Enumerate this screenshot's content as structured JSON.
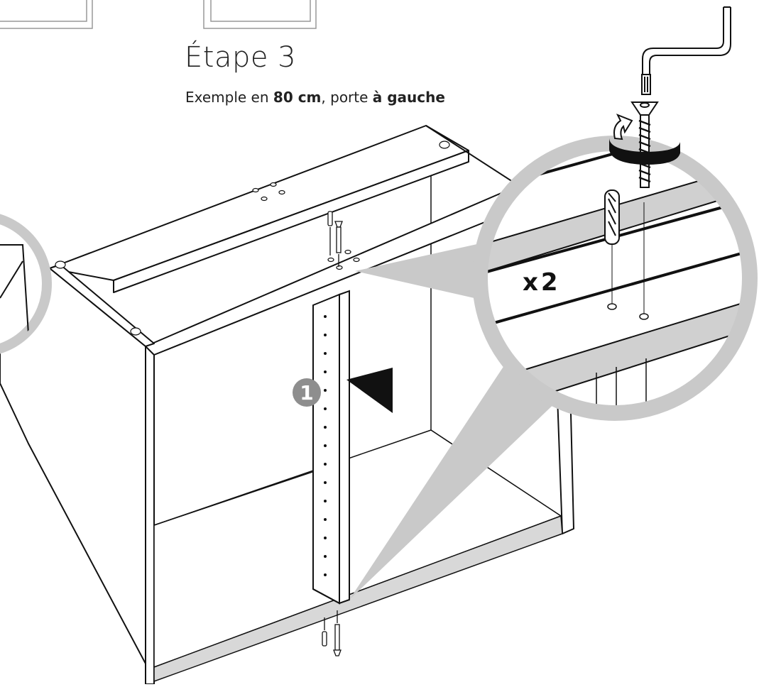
{
  "step": {
    "title": "Étape 3",
    "subtitle_prefix": "Exemple en ",
    "subtitle_size": "80 cm",
    "subtitle_mid": ", porte ",
    "subtitle_side": "à gauche"
  },
  "callouts": {
    "step_number": "1",
    "quantity": "x2"
  },
  "colors": {
    "ink": "#111111",
    "magnifier_ring": "#c9c9c9",
    "edge_band": "#d0d0d0",
    "badge": "#8e8e8e",
    "arrow": "#111111"
  },
  "icons": [
    "allen-key-icon",
    "screw-icon",
    "wooden-dowel-icon",
    "rotate-arrow-icon",
    "direction-arrow-icon"
  ]
}
